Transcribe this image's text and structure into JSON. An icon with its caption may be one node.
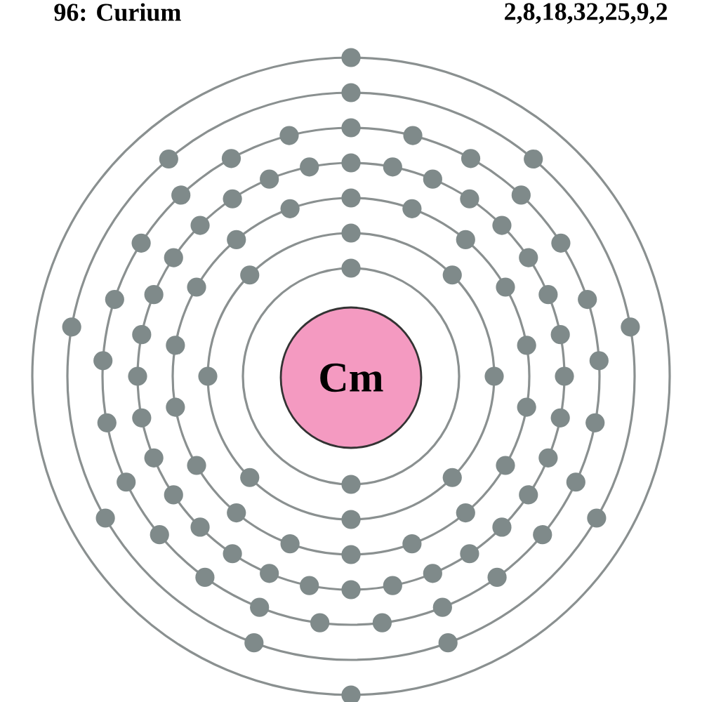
{
  "diagram": {
    "title": "96: Curium",
    "nodes": [
      {
        "text": [
          "Cm"
        ]
      }
    ],
    "labels": [
      "2,8,18,32,25,9,2"
    ]
  }
}
